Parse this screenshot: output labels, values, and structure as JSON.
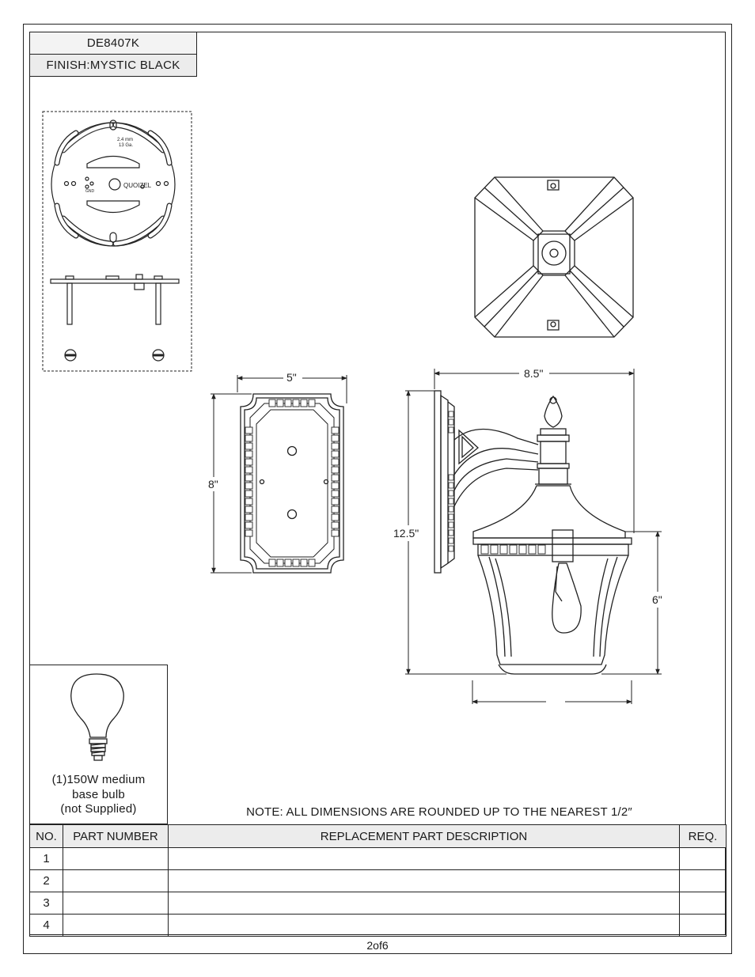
{
  "title": {
    "model": "DE8407K",
    "finish": "FINISH:MYSTIC BLACK"
  },
  "mounting_plate": {
    "brand": "QUOIZEL",
    "screw_spec_line1": "2.4 mm",
    "screw_spec_line2": "13 Ga.",
    "ground_label": "GND"
  },
  "dimensions": {
    "width_backplate": "5\"",
    "height_backplate": "8\"",
    "extension": "8.5\"",
    "overall_height": "12.5\"",
    "lantern_height": "6\""
  },
  "bulb": {
    "line1": "(1)150W medium",
    "line2": "base bulb",
    "line3": "(not Supplied)"
  },
  "note": "NOTE:  ALL DIMENSIONS ARE ROUNDED UP TO THE NEAREST  1/2″",
  "parts_table": {
    "headers": [
      "NO.",
      "PART NUMBER",
      "REPLACEMENT PART DESCRIPTION",
      "REQ."
    ],
    "rows": [
      {
        "no": "1",
        "part_number": "",
        "description": "",
        "req": ""
      },
      {
        "no": "2",
        "part_number": "",
        "description": "",
        "req": ""
      },
      {
        "no": "3",
        "part_number": "",
        "description": "",
        "req": ""
      },
      {
        "no": "4",
        "part_number": "",
        "description": "",
        "req": ""
      }
    ]
  },
  "page": "2of6"
}
